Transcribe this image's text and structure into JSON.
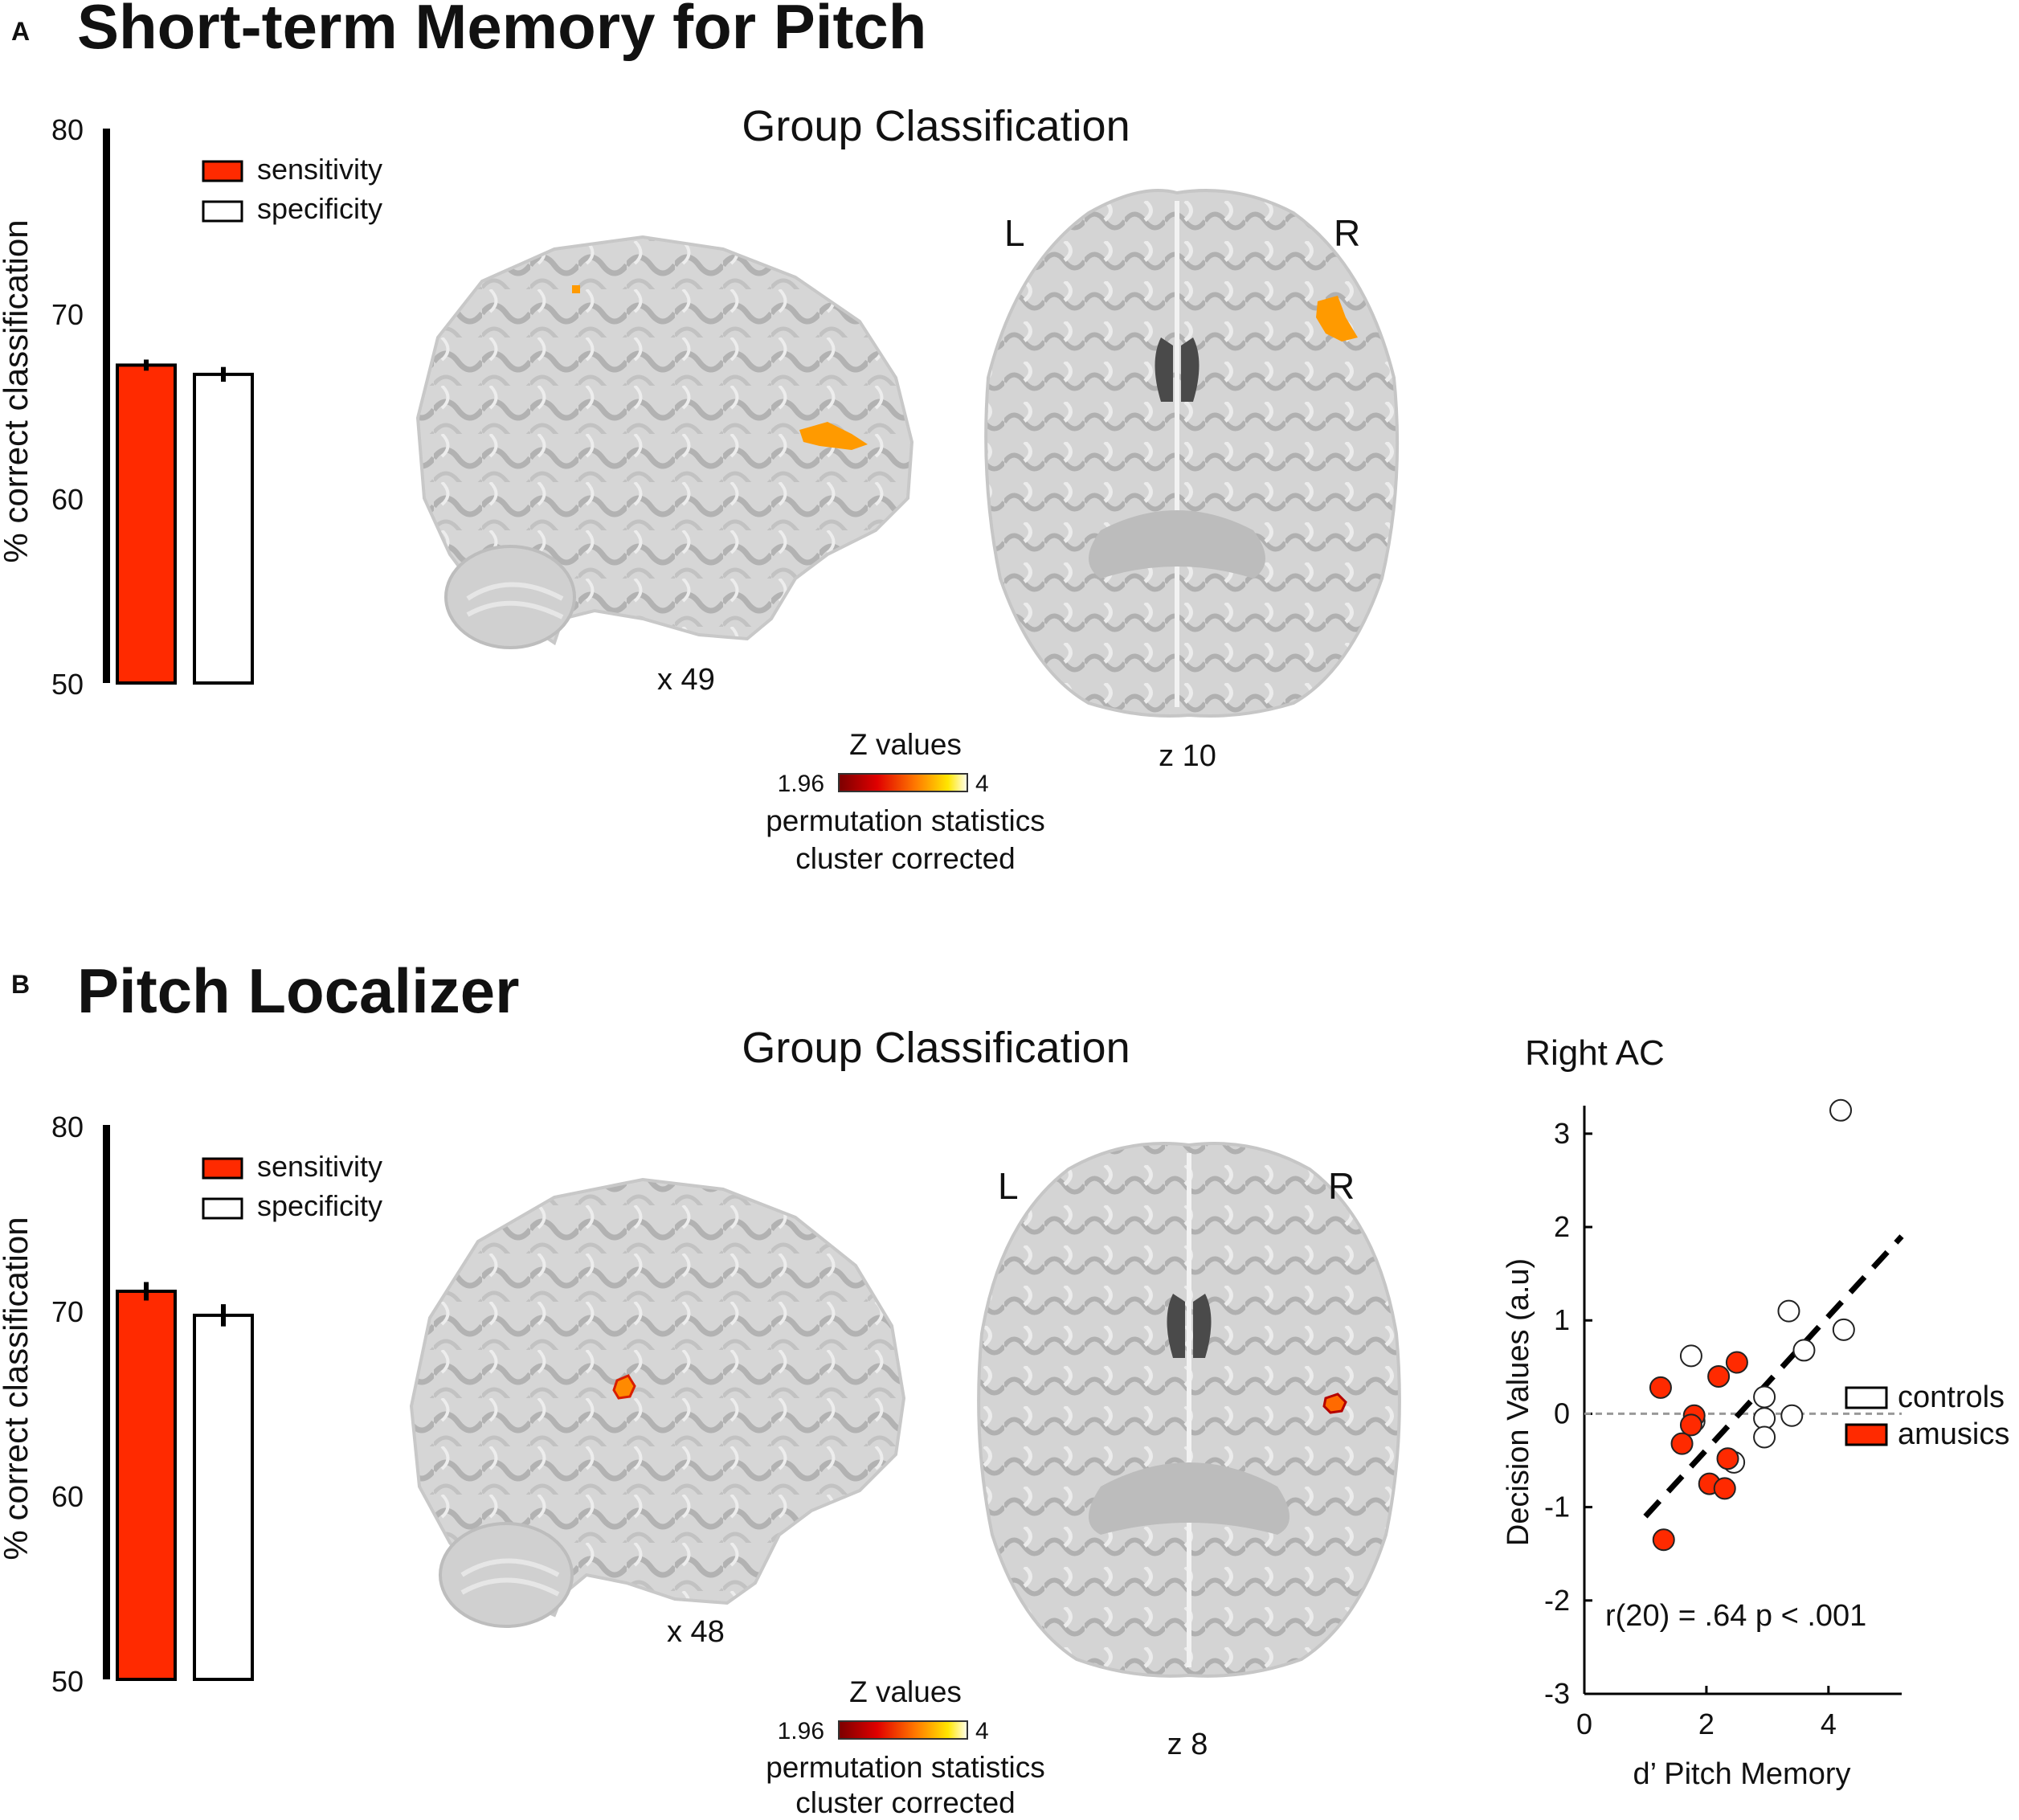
{
  "colors": {
    "red": "#ff2a00",
    "white": "#ffffff",
    "black": "#000000",
    "blob": "#ff9a00",
    "brain_bg": "#d9d9d9"
  },
  "panel_a": {
    "letter": "A",
    "title": "Short-term Memory for Pitch",
    "group_title": "Group Classification",
    "chart_data": {
      "type": "bar",
      "ylabel": "% correct classification",
      "ylim": [
        50,
        80
      ],
      "yticks": [
        "50",
        "60",
        "70",
        "80"
      ],
      "series": [
        {
          "name": "sensitivity",
          "color": "#ff2a00",
          "value": 67.2,
          "error": 0.3
        },
        {
          "name": "specificity",
          "color": "#ffffff",
          "value": 66.7,
          "error": 0.4
        }
      ]
    },
    "legend": [
      "sensitivity",
      "specificity"
    ],
    "sagittal_label": "x   49",
    "axial_label": "z 10",
    "L": "L",
    "R": "R",
    "zvalues": {
      "title": "Z values",
      "min": "1.96",
      "max": "4",
      "line1": "permutation statistics",
      "line2": "cluster corrected"
    }
  },
  "panel_b": {
    "letter": "B",
    "title": "Pitch Localizer",
    "group_title": "Group Classification",
    "chart_data": {
      "type": "bar",
      "ylabel": "% correct classification",
      "ylim": [
        50,
        80
      ],
      "yticks": [
        "50",
        "60",
        "70",
        "80"
      ],
      "series": [
        {
          "name": "sensitivity",
          "color": "#ff2a00",
          "value": 71.0,
          "error": 0.5
        },
        {
          "name": "specificity",
          "color": "#ffffff",
          "value": 69.7,
          "error": 0.6
        }
      ]
    },
    "legend": [
      "sensitivity",
      "specificity"
    ],
    "sagittal_label": "x 48",
    "axial_label": "z 8",
    "L": "L",
    "R": "R",
    "zvalues": {
      "title": "Z values",
      "min": "1.96",
      "max": "4",
      "line1": "permutation statistics",
      "line2": "cluster corrected"
    }
  },
  "scatter": {
    "title": "Right AC",
    "chart_data": {
      "type": "scatter",
      "xlabel": "d’ Pitch Memory",
      "ylabel": "Decision Values (a.u)",
      "xlim": [
        0,
        5.2
      ],
      "ylim": [
        -3,
        3.3
      ],
      "xticks": [
        "0",
        "2",
        "4"
      ],
      "yticks": [
        "-3",
        "-2",
        "-1",
        "0",
        "1",
        "2",
        "3"
      ],
      "series": [
        {
          "name": "controls",
          "color": "#ffffff",
          "points": [
            [
              4.2,
              3.25
            ],
            [
              1.75,
              0.62
            ],
            [
              3.35,
              1.1
            ],
            [
              3.6,
              0.68
            ],
            [
              4.25,
              0.9
            ],
            [
              2.95,
              0.18
            ],
            [
              1.8,
              -0.08
            ],
            [
              2.95,
              -0.05
            ],
            [
              3.4,
              -0.02
            ],
            [
              2.95,
              -0.25
            ],
            [
              2.45,
              -0.52
            ]
          ]
        },
        {
          "name": "amusics",
          "color": "#ff2a00",
          "points": [
            [
              1.25,
              0.28
            ],
            [
              2.5,
              0.55
            ],
            [
              2.2,
              0.4
            ],
            [
              1.8,
              -0.02
            ],
            [
              1.75,
              -0.12
            ],
            [
              1.6,
              -0.32
            ],
            [
              2.35,
              -0.48
            ],
            [
              2.05,
              -0.75
            ],
            [
              2.3,
              -0.8
            ],
            [
              1.3,
              -1.35
            ]
          ]
        }
      ],
      "fit_line": {
        "x": [
          1.0,
          5.2
        ],
        "y": [
          -1.1,
          1.9
        ]
      },
      "annotation": "r(20) = .64 p < .001"
    },
    "legend": [
      "controls",
      "amusics"
    ]
  }
}
